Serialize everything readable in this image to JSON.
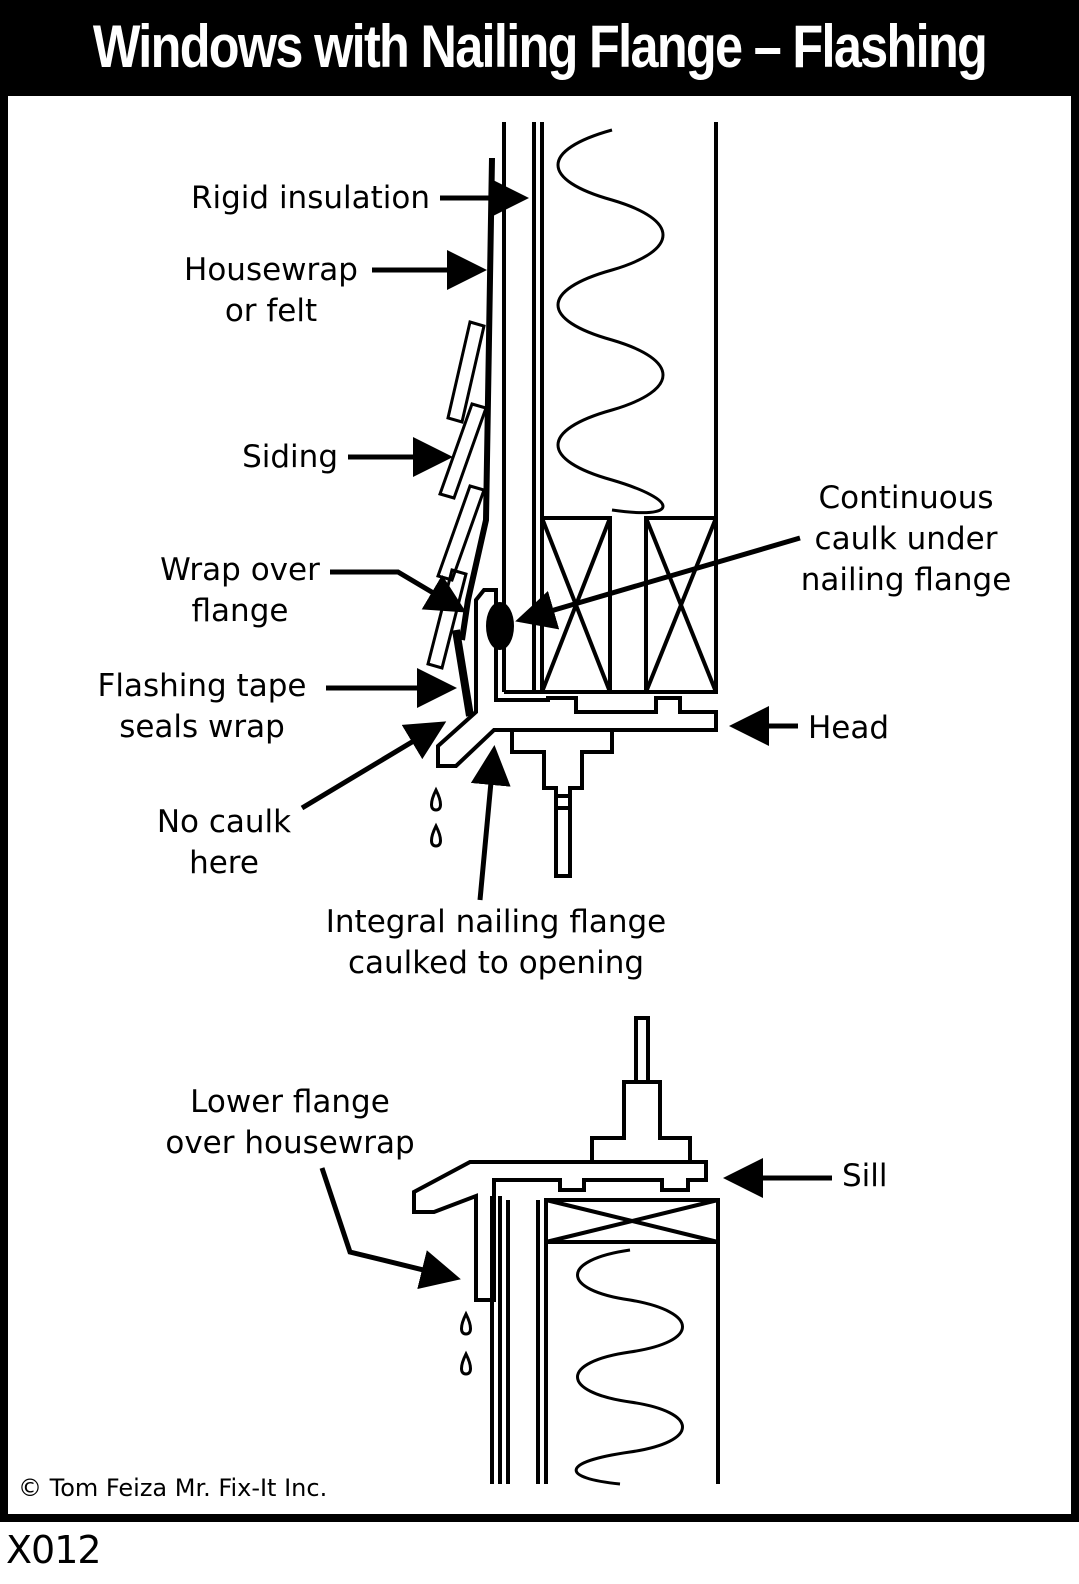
{
  "title": "Windows with Nailing Flange – Flashing",
  "labels": {
    "rigid_insulation": "Rigid insulation",
    "housewrap": "Housewrap\nor felt",
    "siding": "Siding",
    "continuous_caulk": "Continuous\ncaulk under\nnailing flange",
    "wrap_over_flange": "Wrap over\nflange",
    "flashing_tape": "Flashing tape\nseals wrap",
    "head": "Head",
    "no_caulk": "No caulk\nhere",
    "integral_flange": "Integral nailing flange\ncaulked to opening",
    "lower_flange": "Lower flange\nover housewrap",
    "sill": "Sill"
  },
  "copyright": "© Tom Feiza Mr. Fix-It Inc.",
  "code": "X012"
}
